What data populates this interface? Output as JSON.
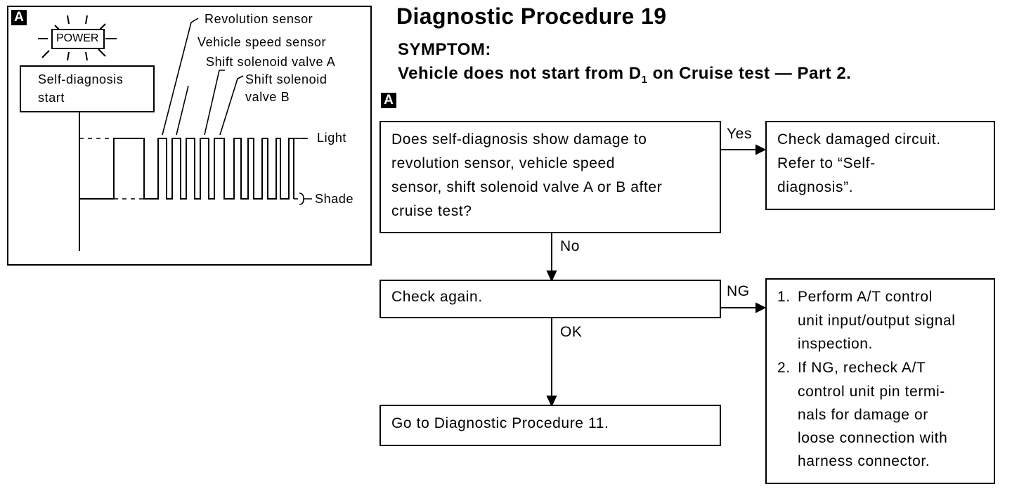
{
  "title": "Diagnostic Procedure 19",
  "symptom_label": "SYMPTOM:",
  "symptom_text_pre": "Vehicle does not start from D",
  "symptom_sub": "1",
  "symptom_text_post": " on Cruise test — Part 2.",
  "marker": "A",
  "diagram": {
    "marker": "A",
    "power_label": "POWER",
    "start_box_line1": "Self-diagnosis",
    "start_box_line2": "start",
    "labels": {
      "revolution_sensor": "Revolution sensor",
      "vehicle_speed_sensor": "Vehicle speed sensor",
      "shift_solenoid_a": "Shift solenoid valve A",
      "shift_solenoid_b_line1": "Shift solenoid",
      "shift_solenoid_b_line2": "valve B",
      "light": "Light",
      "shade": "Shade"
    }
  },
  "flow": {
    "question": {
      "lines": [
        "Does self-diagnosis show damage to",
        "revolution sensor, vehicle speed",
        "sensor, shift solenoid valve A or B after",
        "cruise test?"
      ]
    },
    "yes_label": "Yes",
    "yes_box": {
      "lines": [
        "Check damaged circuit.",
        "Refer to “Self-",
        "diagnosis”."
      ]
    },
    "no_label": "No",
    "check_again": "Check again.",
    "ng_label": "NG",
    "ok_label": "OK",
    "goto_box": "Go to Diagnostic Procedure 11.",
    "ng_box": {
      "items": [
        {
          "num": "1.",
          "lines": [
            "Perform A/T control",
            "unit input/output signal",
            "inspection."
          ]
        },
        {
          "num": "2.",
          "lines": [
            "If NG, recheck A/T",
            "control unit pin termi-",
            "nals for damage or",
            "loose connection with",
            "harness connector."
          ]
        }
      ]
    }
  }
}
